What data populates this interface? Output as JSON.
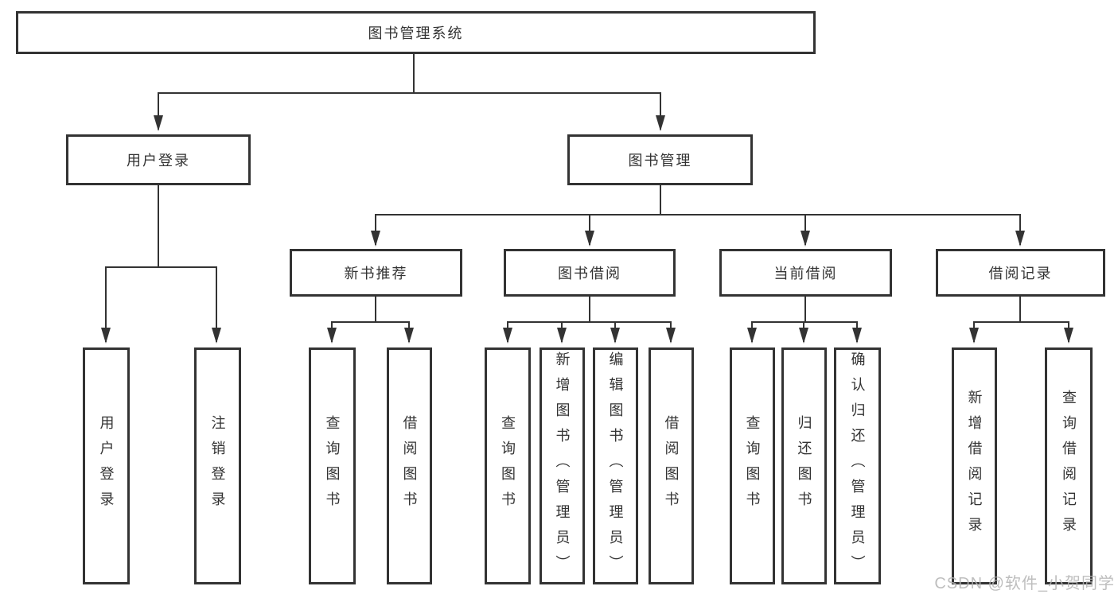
{
  "tree": {
    "root": {
      "label": "图书管理系统"
    },
    "level2": [
      {
        "label": "用户登录"
      },
      {
        "label": "图书管理"
      }
    ],
    "level3": [
      {
        "label": "新书推荐"
      },
      {
        "label": "图书借阅"
      },
      {
        "label": "当前借阅"
      },
      {
        "label": "借阅记录"
      }
    ],
    "leaves": {
      "user_login": [
        "用户登录",
        "注销登录"
      ],
      "new_book_recommend": [
        "查询图书",
        "借阅图书"
      ],
      "book_borrow": [
        "查询图书",
        "新增图书（管理员）",
        "编辑图书（管理员）",
        "借阅图书"
      ],
      "current_borrow": [
        "查询图书",
        "归还图书",
        "确认归还（管理员）"
      ],
      "borrow_record": [
        "新增借阅记录",
        "查询借阅记录"
      ]
    }
  },
  "watermark": "CSDN @软件_小贺同学",
  "colors": {
    "line": "#333333",
    "text": "#333333",
    "watermark": "#b3b3b3",
    "background": "#ffffff"
  }
}
